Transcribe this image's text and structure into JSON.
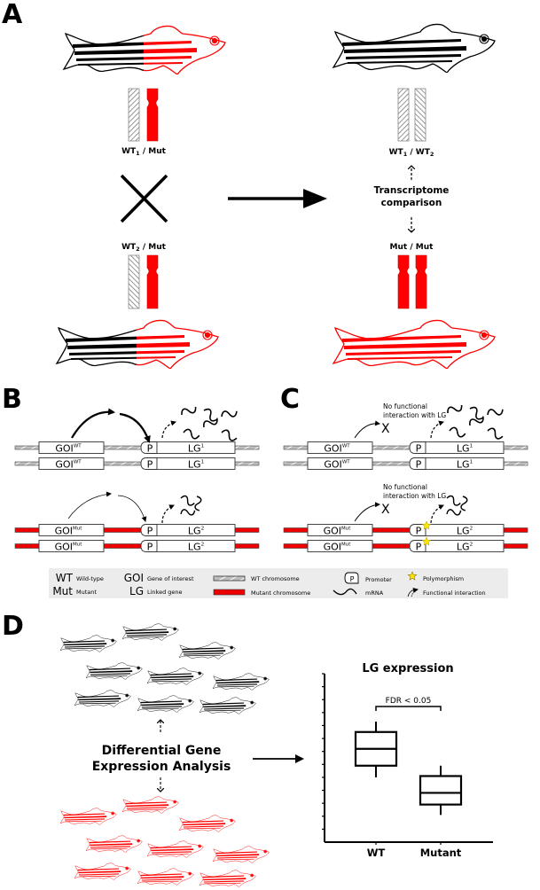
{
  "colors": {
    "mutant_red": "#ff0000",
    "wild_type_black": "#000000",
    "wt_hatch_gray": "#8a8a8a",
    "legend_bg": "#ececec",
    "polymorphism_yellow": "#ffe600"
  },
  "panel_a": {
    "label": "A",
    "parent_1": {
      "genotype_main": "WT",
      "genotype_sub": "1",
      "genotype_rest": " / Mut",
      "fish": "heterozygous-fish"
    },
    "parent_2": {
      "genotype_main": "WT",
      "genotype_sub": "2",
      "genotype_rest": " / Mut",
      "fish": "heterozygous-fish"
    },
    "cross_symbol": "cross-x-icon",
    "offspring_wt": {
      "genotype_main": "WT",
      "sub1": "1",
      "sep": " / WT",
      "sub2": "2",
      "fish": "wild-type-fish"
    },
    "offspring_mut": {
      "genotype": "Mut / Mut",
      "fish": "mutant-fish"
    },
    "comparison_line1": "Transcriptome",
    "comparison_line2": "comparison"
  },
  "panel_b": {
    "label": "B",
    "rows": [
      {
        "goi": "GOI",
        "goi_sup": "WT",
        "promoter": "P",
        "lg": "LG",
        "lg_sup": "1"
      },
      {
        "goi": "GOI",
        "goi_sup": "WT",
        "promoter": "P",
        "lg": "LG",
        "lg_sup": "1"
      },
      {
        "goi": "GOI",
        "goi_sup": "Mut",
        "promoter": "P",
        "lg": "LG",
        "lg_sup": "2"
      },
      {
        "goi": "GOI",
        "goi_sup": "Mut",
        "promoter": "P",
        "lg": "LG",
        "lg_sup": "2"
      }
    ]
  },
  "panel_c": {
    "label": "C",
    "note_line1": "No functional",
    "note_line2": "interaction with LG",
    "blocked_symbol": "X",
    "rows": [
      {
        "goi": "GOI",
        "goi_sup": "WT",
        "promoter": "P",
        "lg": "LG",
        "lg_sup": "1"
      },
      {
        "goi": "GOI",
        "goi_sup": "WT",
        "promoter": "P",
        "lg": "LG",
        "lg_sup": "1"
      },
      {
        "goi": "GOI",
        "goi_sup": "Mut",
        "promoter": "P",
        "lg": "LG",
        "lg_sup": "2"
      },
      {
        "goi": "GOI",
        "goi_sup": "Mut",
        "promoter": "P",
        "lg": "LG",
        "lg_sup": "2"
      }
    ]
  },
  "legend": {
    "items": [
      {
        "key": "WT",
        "desc": "Wild-type"
      },
      {
        "key": "Mut",
        "desc": "Mutant"
      },
      {
        "key": "GOI",
        "desc": "Gene of interest"
      },
      {
        "key": "LG",
        "desc": "Linked gene"
      },
      {
        "key": "wt-chromosome-swatch",
        "desc": "WT chromosome"
      },
      {
        "key": "mutant-chromosome-swatch",
        "desc": "Mutant chromosome"
      },
      {
        "key": "P",
        "desc": "Promoter"
      },
      {
        "key": "mrna-icon",
        "desc": "mRNA"
      },
      {
        "key": "star-icon",
        "desc": "Polymorphism"
      },
      {
        "key": "functional-interaction-icon",
        "desc": "Functional interaction"
      }
    ]
  },
  "panel_d": {
    "label": "D",
    "analysis_line1": "Differential Gene",
    "analysis_line2": "Expression Analysis",
    "wt_group_count": 9,
    "mutant_group_count": 9
  },
  "chart_data": {
    "type": "box",
    "title": "LG expression",
    "xlabel": "",
    "ylabel": "",
    "categories": [
      "WT",
      "Mutant"
    ],
    "y_ticks_labeled": false,
    "ylim": [
      0,
      13
    ],
    "series": [
      {
        "name": "WT",
        "whisker_low": 5.0,
        "q1": 5.9,
        "median": 7.2,
        "q3": 8.5,
        "whisker_high": 9.3
      },
      {
        "name": "Mutant",
        "whisker_low": 2.1,
        "q1": 2.9,
        "median": 3.8,
        "q3": 5.1,
        "whisker_high": 5.9
      }
    ],
    "annotation": {
      "text": "FDR < 0.05",
      "between": [
        "WT",
        "Mutant"
      ]
    },
    "grid": false
  }
}
